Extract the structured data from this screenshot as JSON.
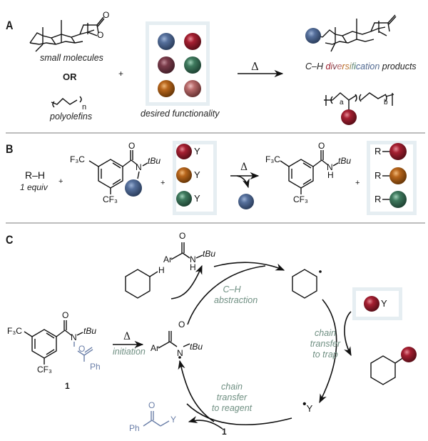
{
  "panels": {
    "A": {
      "label": "A",
      "small_molecules_caption": "small molecules",
      "or_label": "OR",
      "polyolefins_caption": "polyolefins",
      "polymer_subscript": "n",
      "plus": "+",
      "desired_functionality_caption": "desired functionality",
      "heat_symbol": "Δ",
      "products_caption_prefix": "C–H ",
      "products_caption_colored": [
        "d",
        "i",
        "v",
        "e",
        "r",
        "s",
        "i",
        "f",
        "i",
        "c",
        "a",
        "t",
        "i",
        "o",
        "n"
      ],
      "products_caption_suffix": " products",
      "polymer_subscript_a": "a",
      "polymer_subscript_b": "b",
      "lactone_O1": "O",
      "lactone_O2": "O",
      "sphere_colors": [
        "#4a6590",
        "#9b1c2c",
        "#7a3b4a",
        "#3f7a5e",
        "#b8661c",
        "#b86b6b"
      ]
    },
    "B": {
      "label": "B",
      "rh": "R–H",
      "equiv": "1 equiv",
      "plus1": "+",
      "plus2": "+",
      "plus3": "+",
      "reagent_cf3_top": "F₃C",
      "reagent_cf3_bottom": "CF₃",
      "reagent_O": "O",
      "reagent_N": "N",
      "reagent_tbu": "tBu",
      "trap_Y": "Y",
      "heat_symbol": "Δ",
      "product_cf3_top": "F₃C",
      "product_cf3_bottom": "CF₃",
      "product_O": "O",
      "product_N": "N",
      "product_H": "H",
      "product_tbu": "tBu",
      "product_R": "R",
      "trap_colors": [
        "#9b1c2c",
        "#b8661c",
        "#3f7a5e"
      ],
      "leaving_color": "#4a6590"
    },
    "C": {
      "label": "C",
      "compound_number": "1",
      "compound_number_2": "1",
      "cf3_top": "F₃C",
      "cf3_bottom": "CF₃",
      "O_carbonyl": "O",
      "N": "N",
      "tbu": "tBu",
      "O_ether": "O",
      "Ph": "Ph",
      "heat_symbol": "Δ",
      "initiation": "initiation",
      "ar": "Ar",
      "cyclohexane_H": "H",
      "ch_abstraction_line1": "C–H",
      "ch_abstraction_line2": "abstraction",
      "chain_trap_lines": [
        "chain",
        "transfer",
        "to trap"
      ],
      "chain_reagent_lines": [
        "chain",
        "transfer",
        "to reagent"
      ],
      "y_radical": "Y",
      "trap_Y": "Y",
      "ketone_Ph": "Ph",
      "ketone_O": "O",
      "ketone_Y": "Y",
      "trap_color": "#9b1c2c"
    }
  },
  "diversification_colors": [
    "#9b1c2c",
    "#9b3a3a",
    "#7a3b4a",
    "#b86b6b",
    "#b8661c",
    "#c07a3a",
    "#8a8a5a",
    "#6f8f82",
    "#3f7a5e",
    "#4a6590",
    "#4a6590",
    "#5a6f90",
    "#4a5a80",
    "#4a6590",
    "#5a6f90"
  ]
}
